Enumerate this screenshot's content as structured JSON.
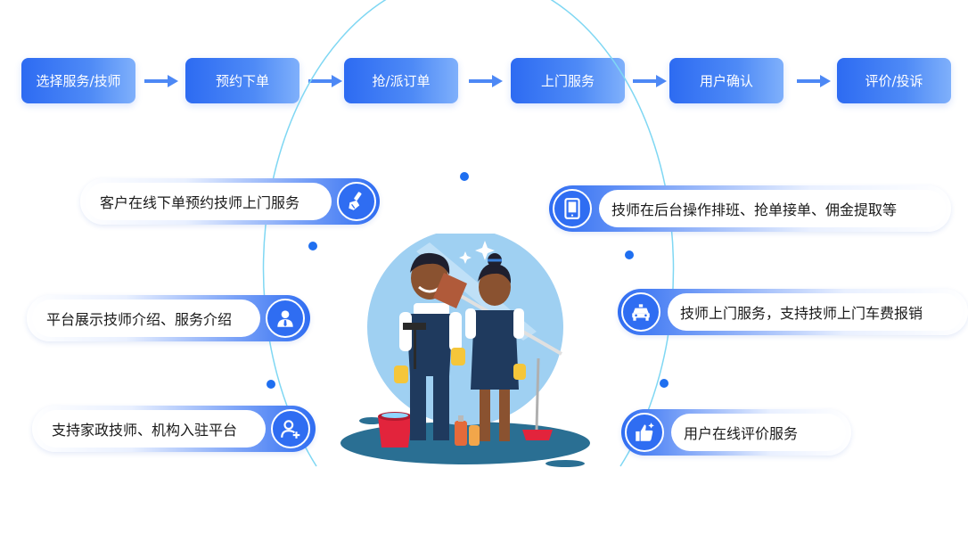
{
  "flow": {
    "steps": [
      "选择服务/技师",
      "预约下单",
      "抢/派订单",
      "上门服务",
      "用户确认",
      "评价/投诉"
    ]
  },
  "features": {
    "left": [
      {
        "text": "客户在线下单预约技师上门服务",
        "icon": "brush-icon"
      },
      {
        "text": "平台展示技师介绍、服务介绍",
        "icon": "technician-icon"
      },
      {
        "text": "支持家政技师、机构入驻平台",
        "icon": "add-user-icon"
      }
    ],
    "right": [
      {
        "text": "技师在后台操作排班、抢单接单、佣金提取等",
        "icon": "tablet-icon"
      },
      {
        "text": "技师上门服务，支持技师上门车费报销",
        "icon": "car-icon"
      },
      {
        "text": "用户在线评价服务",
        "icon": "thumbs-up-icon"
      }
    ]
  },
  "colors": {
    "primary": "#2f6df2",
    "arc": "#7fd7f3",
    "dot": "#1f6ff0",
    "illustration_bg": "#9fd0f2"
  }
}
